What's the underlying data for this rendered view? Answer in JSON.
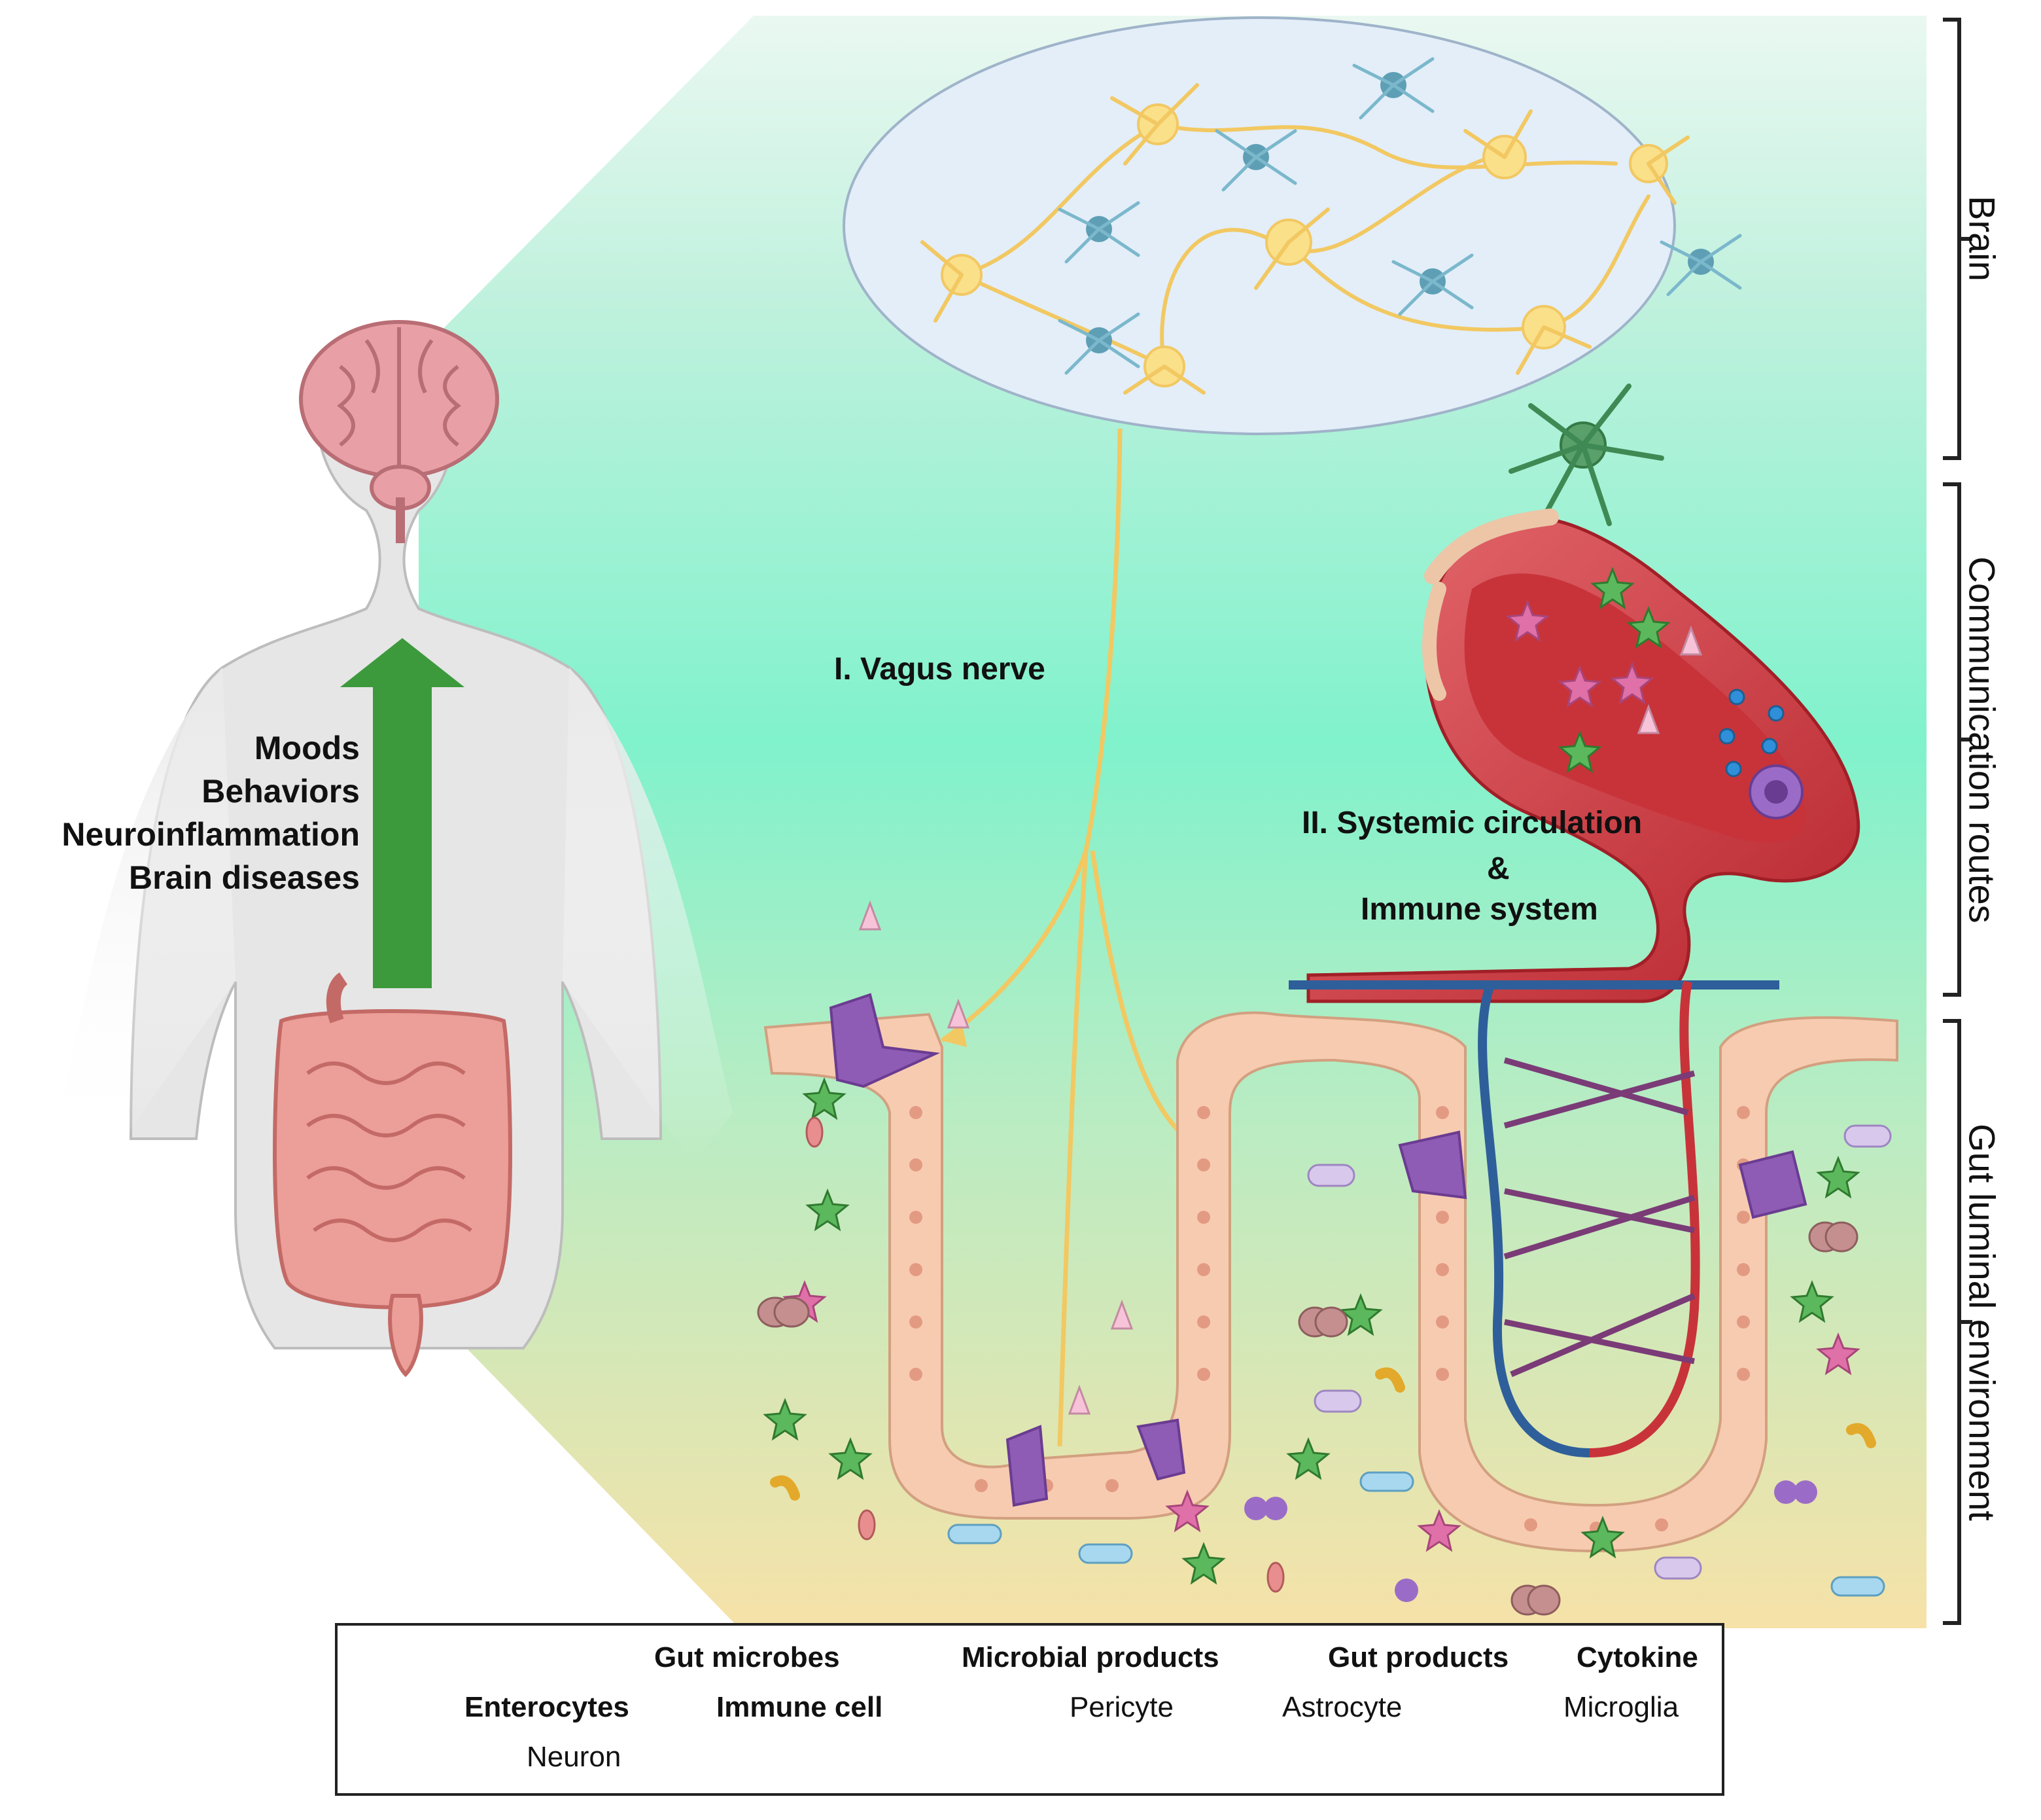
{
  "figure": {
    "body_effects": [
      "Moods",
      "Behaviors",
      "Neuroinflammation",
      "Brain diseases"
    ],
    "routes": {
      "vagus": "I. Vagus nerve",
      "systemic_line1": "II. Systemic circulation",
      "systemic_line2": "&",
      "systemic_line3": "Immune system"
    },
    "sections": {
      "brain": "Brain",
      "communication": "Communication routes",
      "gut": "Gut luminal environment"
    },
    "legend": {
      "gut_microbes": "Gut microbes",
      "microbial_products": "Microbial products",
      "gut_products": "Gut products",
      "cytokine": "Cytokine",
      "enterocytes": "Enterocytes",
      "immune_cell": "Immune cell",
      "pericyte": "Pericyte",
      "astrocyte": "Astrocyte",
      "microglia": "Microglia",
      "neuron": "Neuron"
    },
    "colors": {
      "arrow_green": "#3c9a3c",
      "neuron_yellow": "#f2c862",
      "microglia_blue": "#7bb8cc",
      "vessel_red": "#c8333a",
      "vein_blue": "#2f5f9a",
      "enterocyte_peach": "#f7cbb0",
      "immune_purple": "#8e5bb5",
      "microbial_star_green": "#5cb85c",
      "microbial_star_pink": "#e070a8",
      "cytokine_blue": "#2f8fd8"
    }
  }
}
